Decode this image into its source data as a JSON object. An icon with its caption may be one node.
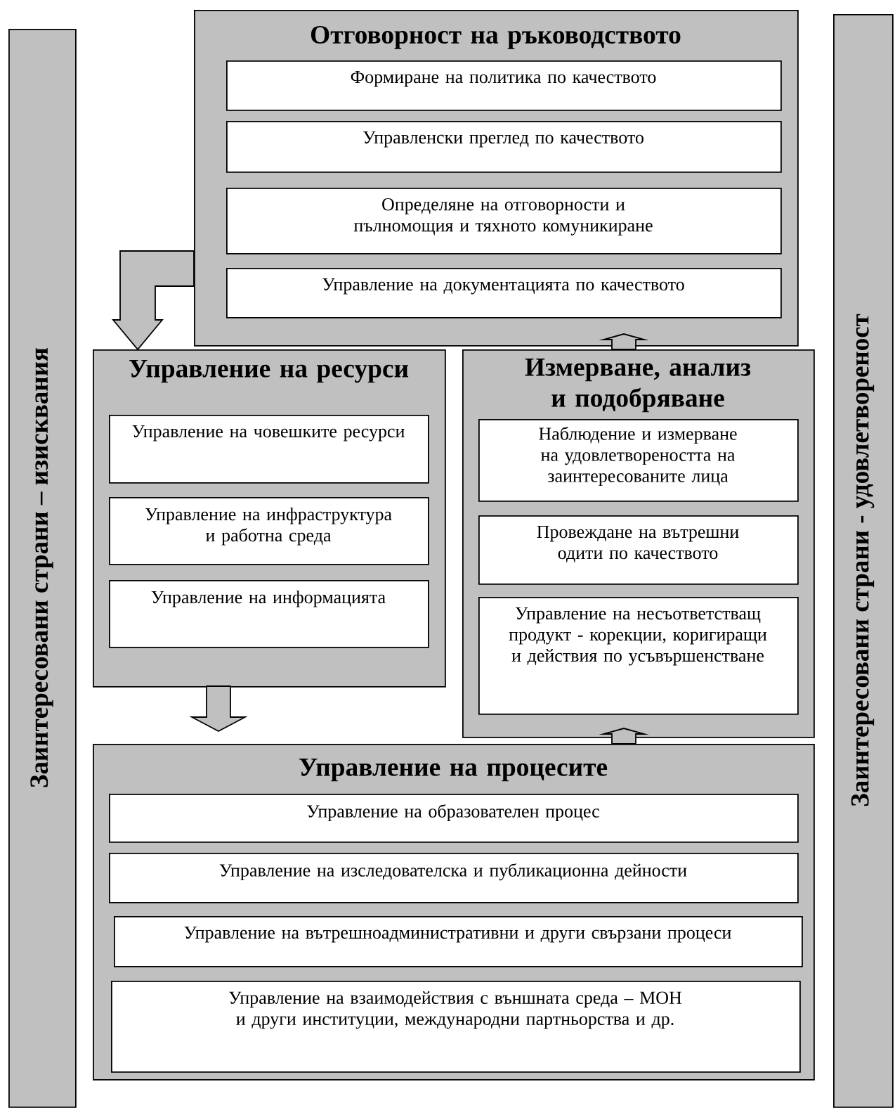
{
  "diagram": {
    "nodes": [
      {
        "text": [
          "Заинтересовани страни – изисквания"
        ]
      },
      {
        "text": [
          "Отговорност на ръководството"
        ]
      },
      {
        "text": [
          "Формиране на политика по качеството"
        ],
        "in": 1
      },
      {
        "text": [
          "Управленски преглед по качеството"
        ],
        "in": 1
      },
      {
        "text": [
          "Определяне на отговорности и пълномощия и тяхното комуникиране"
        ],
        "in": 1
      },
      {
        "text": [
          "Управление на документацията по качеството"
        ],
        "in": 1
      },
      {
        "text": [
          "Управление на ресурси"
        ]
      },
      {
        "text": [
          "Управление на човешките ресурси"
        ],
        "in": 6
      },
      {
        "text": [
          "Управление на инфраструктура и работна среда"
        ],
        "in": 6
      },
      {
        "text": [
          "Управление на информацията"
        ],
        "in": 6
      },
      {
        "text": [
          "Измерване, анализ и подобряване"
        ]
      },
      {
        "text": [
          "Наблюдение и измерване на удовлетвореността на заинтересованите лица"
        ],
        "in": 10
      },
      {
        "text": [
          "Провеждане на вътрешни одити по качеството"
        ],
        "in": 10
      },
      {
        "text": [
          "Управление на несъответстващ продукт - корекции, коригиращи и действия по усъвършенстване"
        ],
        "in": 10
      },
      {
        "text": [
          "Управление на процесите"
        ]
      },
      {
        "text": [
          "Управление на образователен процес"
        ],
        "in": 14
      },
      {
        "text": [
          "Управление на изследователска и публикационна дейности"
        ],
        "in": 14
      },
      {
        "text": [
          "Управление на вътрешноадминистративни и други свързани процеси"
        ],
        "in": 14
      },
      {
        "text": [
          "Управление на взаимодействия с външната среда – МОН и други институции, международни партньорства и др."
        ],
        "in": 14
      },
      {
        "text": [
          "Заинтересовани страни - удовлетвореност"
        ]
      }
    ],
    "edges": [
      {
        "from": 1,
        "to": 6,
        "arrow": "to"
      },
      {
        "from": 6,
        "to": 14,
        "arrow": "to"
      },
      {
        "from": 14,
        "to": 10,
        "arrow": "to"
      },
      {
        "from": 10,
        "to": 1,
        "arrow": "to"
      }
    ]
  }
}
